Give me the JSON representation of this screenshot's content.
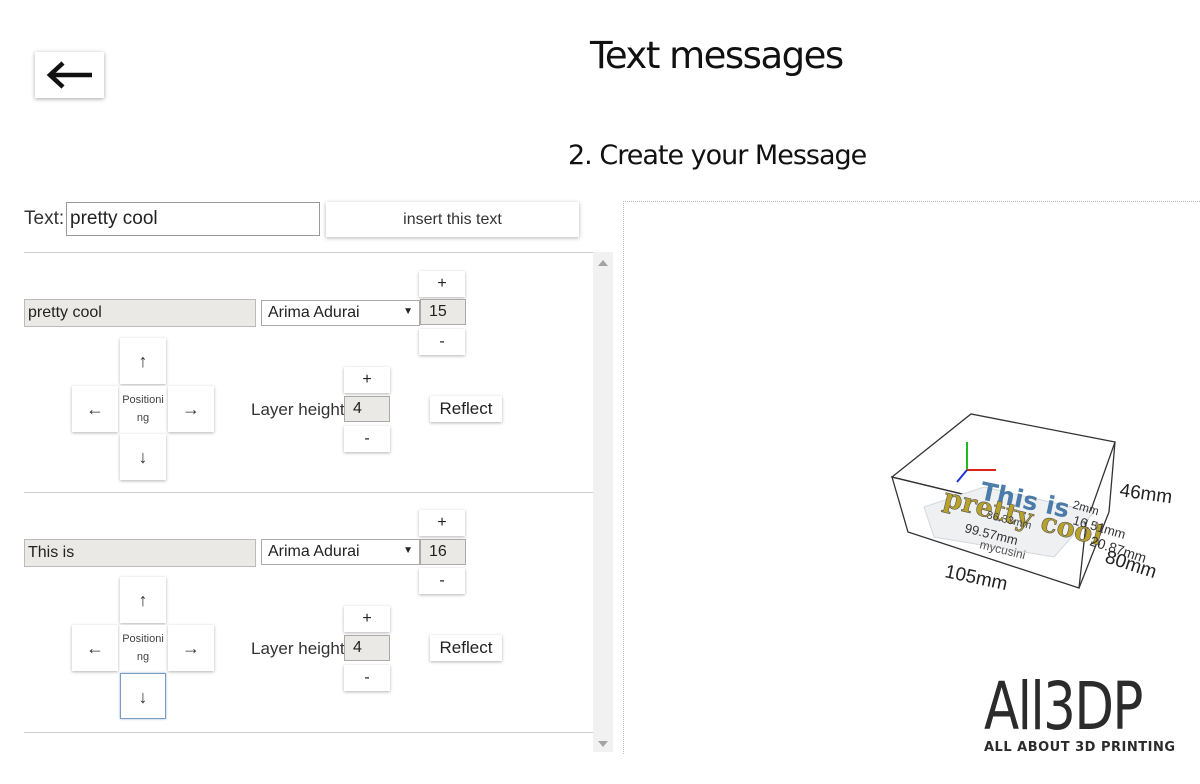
{
  "header": {
    "back_icon": "arrow-left-icon",
    "title": "Text messages",
    "section_title": "2. Create your Message"
  },
  "text_entry": {
    "label": "Text:",
    "value": "pretty cool",
    "insert_label": "insert this text"
  },
  "items": [
    {
      "text": "pretty cool",
      "font": "Arima Adurai",
      "size": "15",
      "layer_height_label": "Layer height",
      "layer_height": "4",
      "reflect_label": "Reflect",
      "positioning_label": "Positioning",
      "plus": "+",
      "minus": "-",
      "arrows": {
        "up": "↑",
        "down": "↓",
        "left": "←",
        "right": "→"
      }
    },
    {
      "text": "This is",
      "font": "Arima Adurai",
      "size": "16",
      "layer_height_label": "Layer height",
      "layer_height": "4",
      "reflect_label": "Reflect",
      "positioning_label": "Positioning",
      "plus": "+",
      "minus": "-",
      "arrows": {
        "up": "↑",
        "down": "↓",
        "left": "←",
        "right": "→"
      }
    }
  ],
  "viewer": {
    "dim_depth": "46mm",
    "dim_width": "105mm",
    "dim_height": "80mm",
    "label_a": "2mm",
    "label_b": "16.51mm",
    "label_c": "20.87mm",
    "label_d": "99.57mm",
    "label_e": "36.33mm",
    "watermark": "mycusini",
    "text_front": "This is",
    "text_back": "pretty cool"
  },
  "logo": {
    "brand": "All3DP",
    "tagline": "ALL ABOUT 3D PRINTING"
  }
}
